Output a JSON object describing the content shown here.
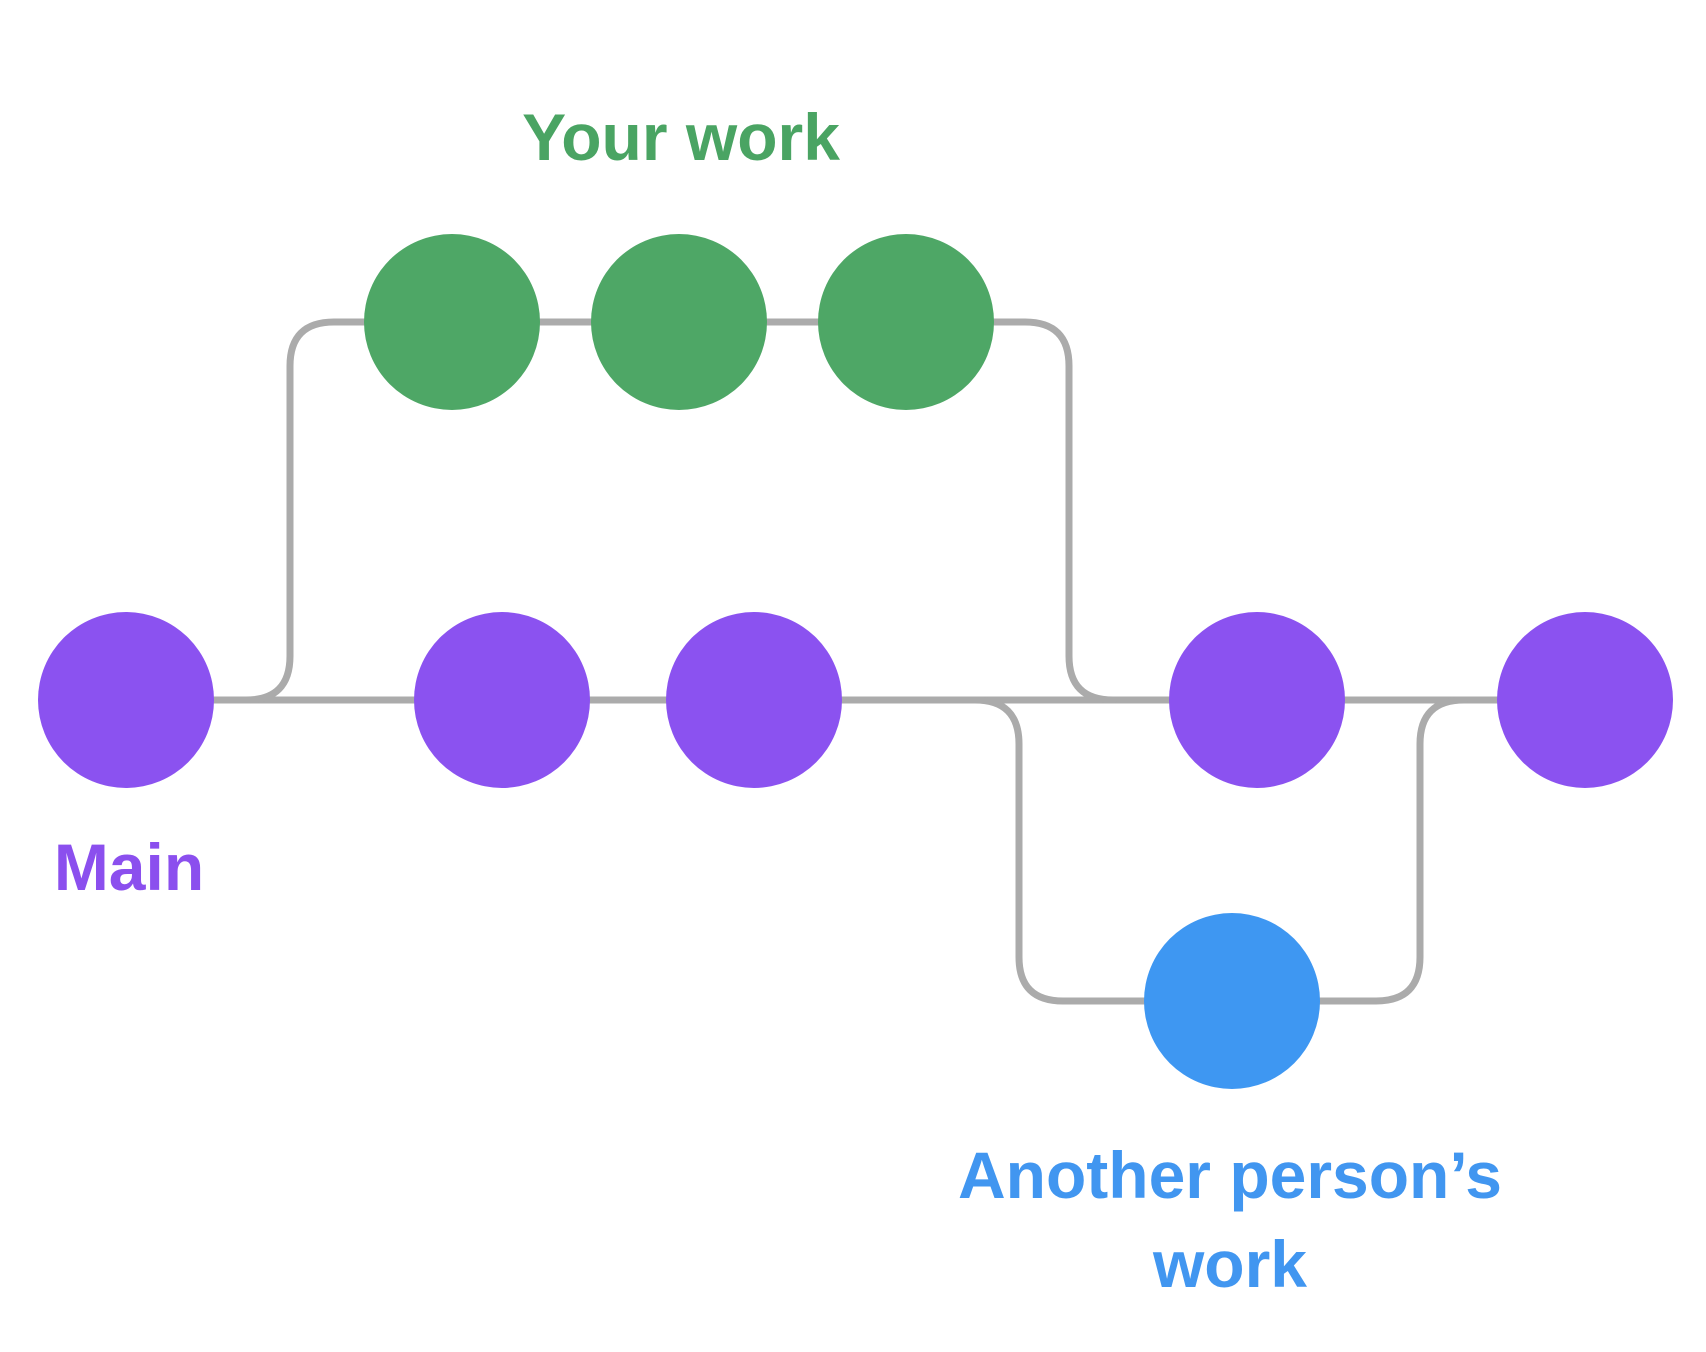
{
  "page": {
    "background": "#FFFFFF",
    "description": "Git branching diagram showing a main branch, a feature branch labeled Your work, and a second branch labeled Another person's work"
  },
  "diagram": {
    "connector_color": "#ABABAB",
    "branches": {
      "your_work": {
        "label": "Your work",
        "color": "#4EA766",
        "text_color": "#4AA463",
        "commits": 3
      },
      "main": {
        "label": "Main",
        "color": "#8B52F0",
        "text_color": "#8B4FEE",
        "commits": 5
      },
      "another_person": {
        "label_line1": "Another person’s",
        "label_line2": "work",
        "color": "#3E97F2",
        "text_color": "#4196F0",
        "commits": 1
      }
    }
  }
}
